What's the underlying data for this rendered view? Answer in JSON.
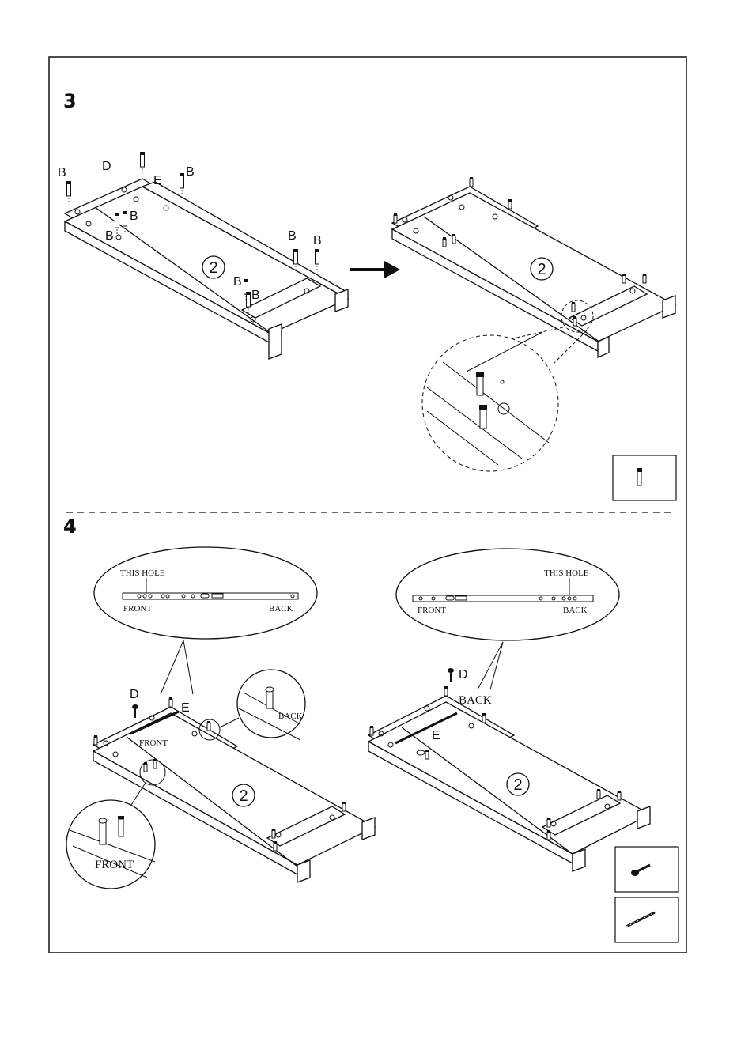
{
  "steps": {
    "three": "3",
    "four": "4"
  },
  "step3": {
    "labels": {
      "b1": "B",
      "d": "D",
      "e": "E",
      "b2": "B",
      "b3": "B",
      "b4": "B",
      "b5": "B",
      "b6": "B",
      "b7": "B",
      "b8": "B"
    },
    "part_number_left": "2",
    "part_number_right": "2"
  },
  "step4": {
    "left": {
      "hole_callout": "THIS HOLE",
      "front": "FRONT",
      "back": "BACK",
      "d": "D",
      "e": "E",
      "rail_front": "FRONT",
      "zoom_back": "BACK",
      "zoom_front": "FRONT",
      "part_number": "2"
    },
    "right": {
      "hole_callout": "THIS HOLE",
      "front": "FRONT",
      "back": "BACK",
      "d": "D",
      "back_label": "BACK",
      "e": "E",
      "part_number": "2"
    }
  },
  "icons": {
    "dowel_box": "wooden-dowel-icon",
    "screw_box": "screw-icon",
    "rail_box": "drawer-rail-icon"
  }
}
